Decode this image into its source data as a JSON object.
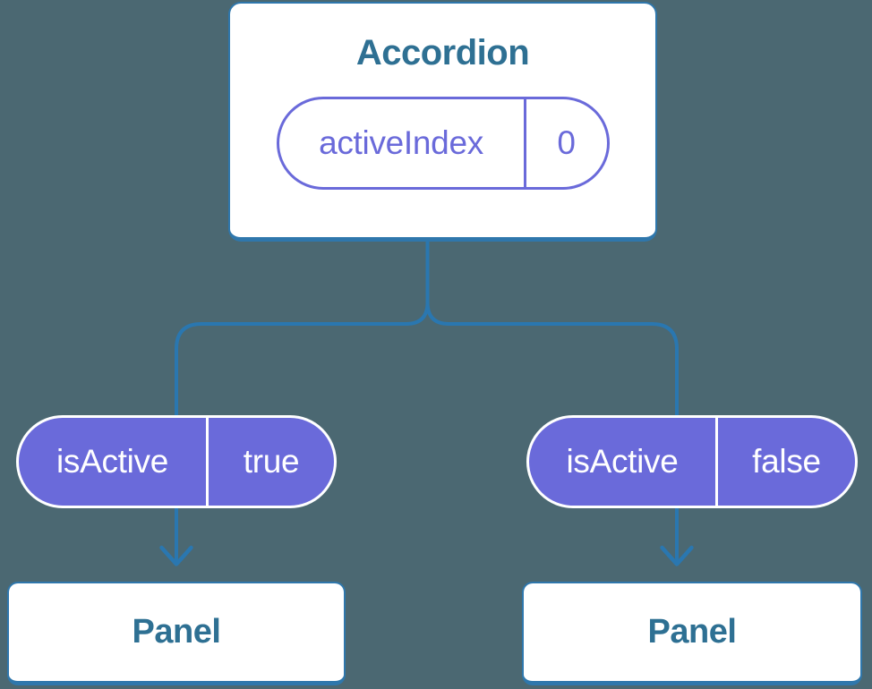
{
  "colors": {
    "background": "#4b6872",
    "line-blue": "#2a77b0",
    "node-border": "#2f77ac",
    "node-text": "#2e7093",
    "purple": "#6a6ada",
    "card-bg": "#ffffff",
    "pill-text-light": "#ffffff"
  },
  "icons": {
    "left_arrow": "arrow-down-icon",
    "right_arrow": "arrow-down-icon"
  },
  "tree": {
    "root": {
      "label": "Accordion",
      "prop": {
        "name": "activeIndex",
        "value": "0"
      }
    },
    "children": [
      {
        "prop": {
          "name": "isActive",
          "value": "true"
        },
        "label": "Panel"
      },
      {
        "prop": {
          "name": "isActive",
          "value": "false"
        },
        "label": "Panel"
      }
    ]
  }
}
